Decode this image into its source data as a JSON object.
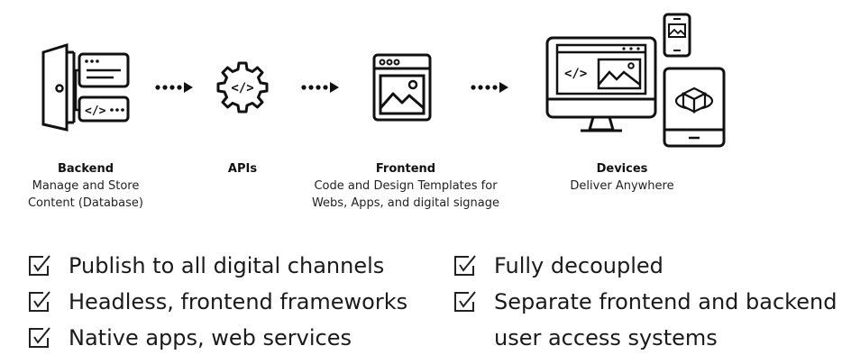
{
  "stages": [
    {
      "name": "Backend",
      "desc_lines": [
        "Manage and Store",
        "Content (Database)"
      ],
      "icon": "backend-server-door-icon"
    },
    {
      "name": "APIs",
      "desc_lines": [],
      "icon": "api-gear-code-icon"
    },
    {
      "name": "Frontend",
      "desc_lines": [
        "Code and Design Templates for",
        "Webs, Apps, and digital signage"
      ],
      "icon": "frontend-template-window-icon"
    },
    {
      "name": "Devices",
      "desc_lines": [
        "Deliver Anywhere"
      ],
      "icon": "devices-monitor-phone-tablet-icon"
    }
  ],
  "features_left": [
    "Publish to all digital channels",
    "Headless, frontend frameworks",
    "Native apps, web services"
  ],
  "features_right": [
    {
      "lines": [
        "Fully decoupled"
      ]
    },
    {
      "lines": [
        "Separate frontend and backend",
        "user access systems"
      ]
    }
  ],
  "code_glyph": "</>",
  "check_icon": "checkbox-checked-icon",
  "arrow_icon": "dotted-arrow-icon"
}
